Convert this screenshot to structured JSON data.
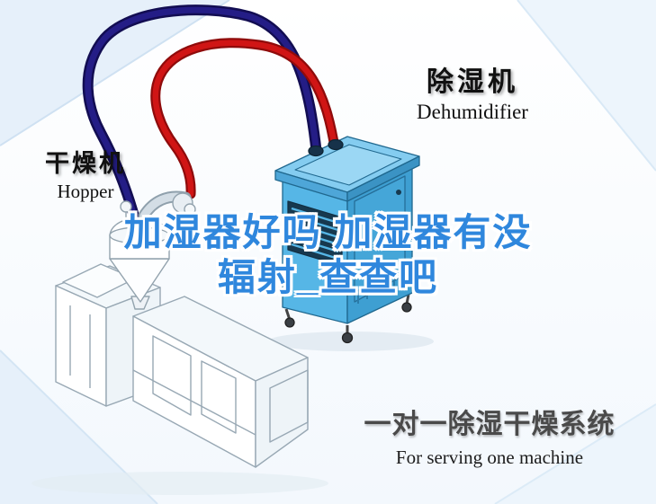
{
  "title_overlay": {
    "line1": "加湿器好吗 加湿器有没",
    "line2": "辐射_查查吧"
  },
  "labels": {
    "dehumidifier": {
      "cn": "除湿机",
      "en": "Dehumidifier"
    },
    "hopper": {
      "cn": "干燥机",
      "en": "Hopper"
    }
  },
  "caption": {
    "cn": "一对一除湿干燥系统",
    "en": "For serving one machine"
  },
  "colors": {
    "title_blue": "#2f87dd",
    "machine_blue_front": "#56b6e6",
    "machine_blue_side": "#3e9fd2",
    "machine_blue_lid": "#84ccf0",
    "hose_red": "#c41111",
    "hose_navy": "#1c1670",
    "caption_gray": "#4a4a4a",
    "label_black": "#111111",
    "corner_tint": "#e6f0fa"
  }
}
